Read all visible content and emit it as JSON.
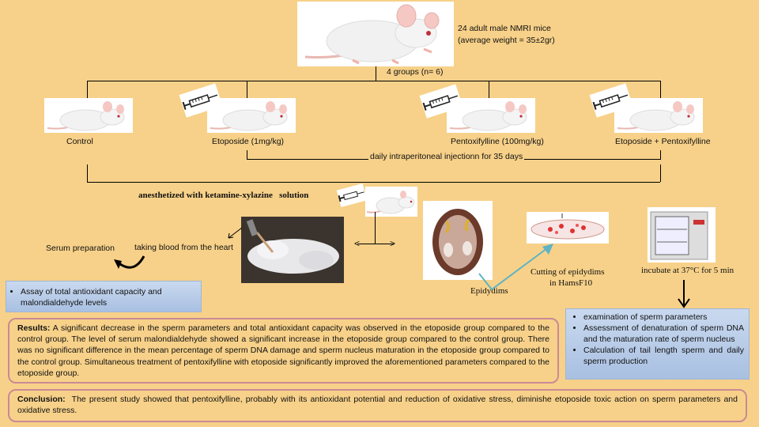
{
  "header": {
    "subjects_line1": "24 adult male NMRI mice",
    "subjects_line2": "(average weight = 35±2gr)",
    "groups_label": "4 groups (n= 6)"
  },
  "groups": [
    {
      "label": "Control",
      "syringe": false
    },
    {
      "label": "Etoposide (1mg/kg)",
      "syringe": true
    },
    {
      "label": "Pentoxifylline (100mg/kg)",
      "syringe": true
    },
    {
      "label": "Etoposide + Pentoxifylline",
      "syringe": true
    }
  ],
  "injection_label": "daily intraperitoneal injectionn for 35 days",
  "anesthesia_label": "anesthetized with ketamine-xylazine   solution",
  "blood": {
    "serum_label": "Serum preparation",
    "taking_label": "taking blood from the heart"
  },
  "assay_box": {
    "items": [
      "Assay of total antioxidant capacity and malondialdehyde levels"
    ]
  },
  "epididymis_label": "Epidydims",
  "cutting_label_1": "Cutting of epidydims",
  "cutting_label_2": "in HamsF10",
  "incubate_label": "incubate at 37°C for 5 min",
  "exam_box": {
    "items": [
      "examination of sperm parameters",
      "Assessment of denaturation of sperm DNA and the maturation rate of sperm nucleus",
      "Calculation of tail length sperm and daily sperm production"
    ]
  },
  "results": {
    "heading": "Results:",
    "text": " A significant decrease in the sperm parameters and total antioxidant capacity was observed in the etoposide group compared to the control group. The level of serum malondialdehyde showed a significant increase in the etoposide group compared to the control group. There was no significant difference in the mean percentage of sperm DNA damage and sperm nucleus maturation in the etoposide group compared to the control group. Simultaneous treatment of pentoxifylline with etoposide significantly improved the aforementioned parameters compared to the etoposide group."
  },
  "conclusion": {
    "heading": "Conclusion:",
    "text": "  The present study showed that pentoxifylline, probably with its antioxidant potential and reduction of oxidative stress, diminishe etoposide toxic action on sperm parameters and oxidative stress."
  },
  "colors": {
    "background": "#f7d189",
    "box_blue": "#b9cde8",
    "box_border": "#c98a95",
    "arrow_teal": "#5fb3c4"
  }
}
